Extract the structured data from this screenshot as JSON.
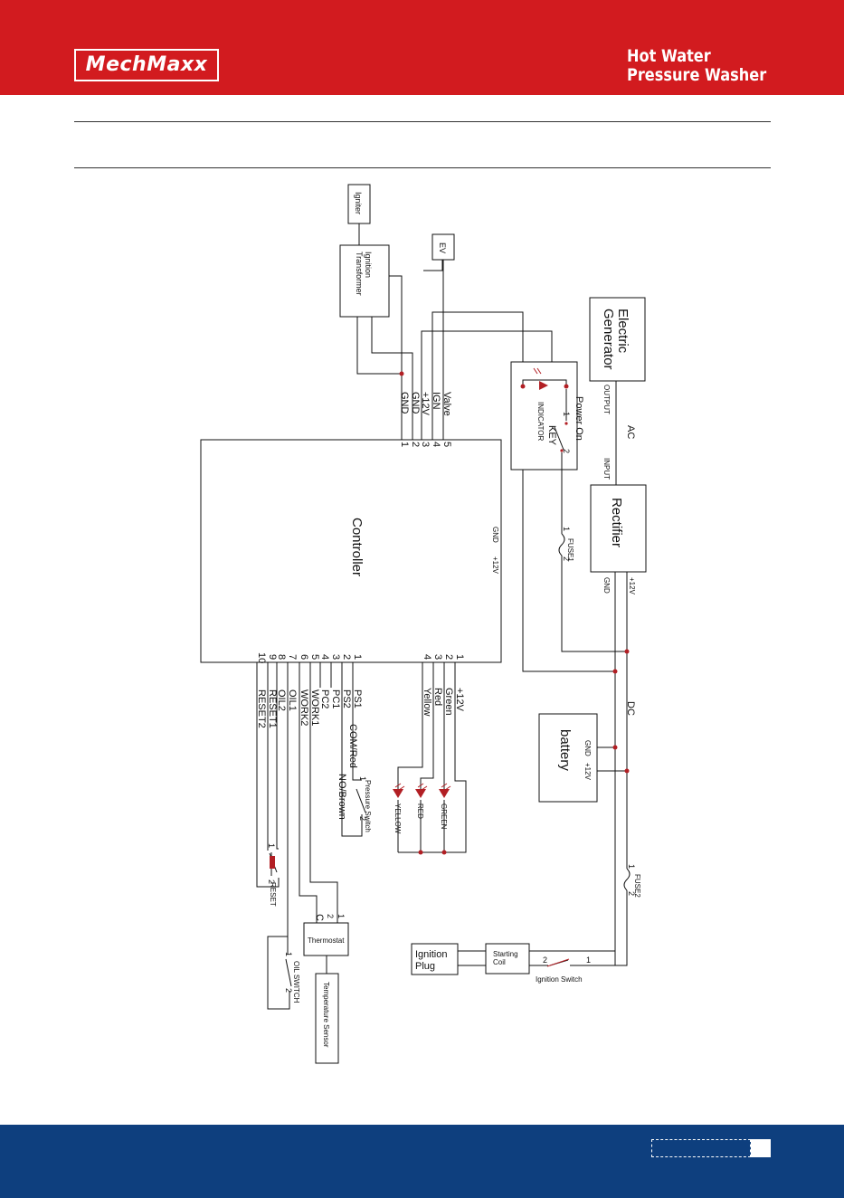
{
  "header": {
    "brand": "MechMaxx",
    "title_line1": "Hot Water",
    "title_line2": "Pressure Washer"
  },
  "footer": {
    "page_number": ""
  },
  "diagram": {
    "igniter": "Igniter",
    "ignition_transformer_1": "Ignition",
    "ignition_transformer_2": "Transformer",
    "ev": "EV",
    "electric_generator_1": "Electric",
    "electric_generator_2": "Generator",
    "output": "OUTPUT",
    "input": "INPUT",
    "ac": "AC",
    "dc": "DC",
    "rectifier": "Rectifier",
    "rect_gnd": "GND",
    "rect_12v": "+12V",
    "power_on": "Power On",
    "key": "KEY",
    "indicator": "INDICATOR",
    "controller": "Controller",
    "ctrl_gnd": "GND",
    "ctrl_12v": "+12V",
    "fuse1": "FUSE1",
    "fuse2": "FUSE2",
    "battery": "battery",
    "batt_gnd": "GND",
    "batt_12v": "+12V",
    "top_pins": [
      "GND",
      "GND",
      "+12V",
      "IGN",
      "Valve"
    ],
    "top_pin_nums": [
      "1",
      "2",
      "3",
      "4",
      "5"
    ],
    "led_pins": [
      "+12V",
      "Green",
      "Red",
      "Yellow"
    ],
    "led_pin_nums": [
      "1",
      "2",
      "3",
      "4"
    ],
    "left_pins": [
      "PS1",
      "PS2",
      "PC1",
      "PC2",
      "WORK1",
      "WORK2",
      "OIL1",
      "OIL2",
      "RESET1",
      "RESET2"
    ],
    "left_pin_nums": [
      "1",
      "2",
      "3",
      "4",
      "5",
      "6",
      "7",
      "8",
      "9",
      "10"
    ],
    "com_red": "COM/Red",
    "no_brown": "NO/Brown",
    "pressure_switch": "Pressure Switch",
    "yellow": "YELLOW",
    "red": "RED",
    "green": "GREEN",
    "reset": "RESET",
    "thermostat": "Thermostat",
    "c_label": "C",
    "temperature_sensor": "Temperature Sensor",
    "oil_switch": "OIL SWITCH",
    "ignition_plug_1": "Ignition",
    "ignition_plug_2": "Plug",
    "starting_coil_1": "Starting",
    "starting_coil_2": "Coil",
    "ignition_switch": "Ignition Switch",
    "one": "1",
    "two": "2"
  }
}
